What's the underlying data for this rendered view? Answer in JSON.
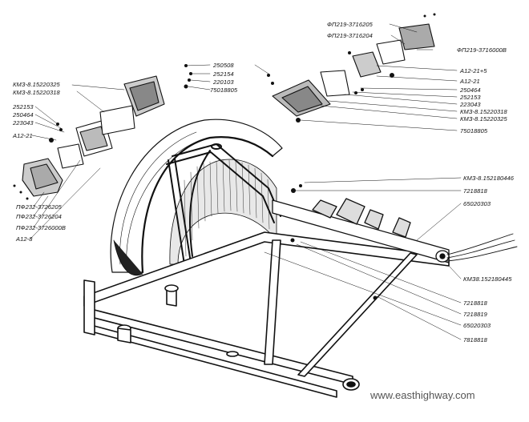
{
  "labels": {
    "l1": "ФП219-3716205",
    "l2": "ФП219-3716204",
    "l3": "ФП219-3716000В",
    "l4": "А12-21+5",
    "l5": "А12-21",
    "l6": "250464",
    "l7": "252153",
    "l8": "223043",
    "l9": "КМЗ-8.15220318",
    "l10": "КМЗ-8.15220325",
    "l11": "75018805",
    "l12": "250508",
    "l13": "252154",
    "l14": "220103",
    "l15": "75018805",
    "l16": "КМЗ-8.15220325",
    "l17": "КМЗ-8.15220318",
    "l18": "252153",
    "l19": "250464",
    "l20": "223043",
    "l21": "А12-21",
    "l22": "ПФ232-3726205",
    "l23": "ПФ232-3726204",
    "l24": "ПФ232-3726000В",
    "l25": "А12-8",
    "l26": "КМЗ-8.152180446",
    "l27": "7218818",
    "l28": "65020303",
    "l29": "КМЗ8.152180445",
    "l30": "7218818",
    "l31": "7218819",
    "l32": "65020303",
    "l33": "7818818"
  },
  "watermark": "www.easthighway.com"
}
